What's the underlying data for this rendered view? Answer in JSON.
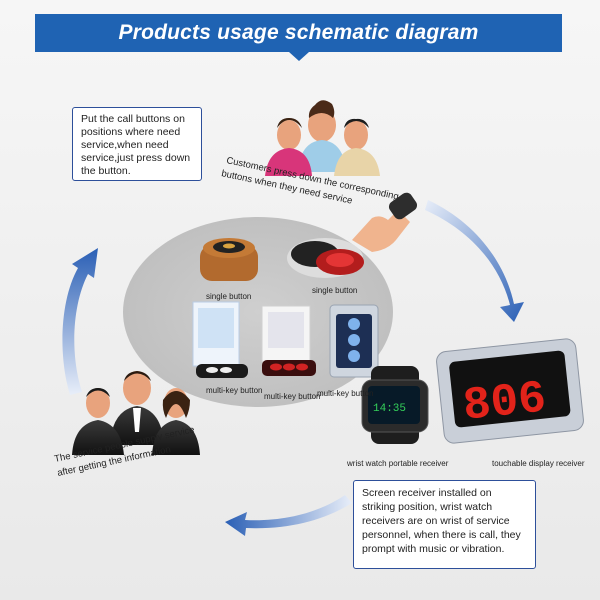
{
  "header": {
    "title": "Products usage schematic diagram"
  },
  "notes": {
    "top_left": "Put the call buttons on positions where need service,when need service,just press down the button.",
    "bottom_right": "Screen receiver installed on striking position, wrist watch receivers are on wrist of service personnel, when there is call, they prompt with music or vibration."
  },
  "captions": {
    "customers_line1": "Customers press down the corresponding",
    "customers_line2": "buttons when they need service",
    "service_line1": "The service people supply service",
    "service_line2": "after getting the information"
  },
  "products": {
    "single_button_1": "single button",
    "single_button_2": "single button",
    "multi_key_1": "multi-key button",
    "multi_key_2": "multi-key button",
    "multi_key_3": "multi-key button",
    "watch_label": "wrist watch portable receiver",
    "display_label": "touchable display receiver",
    "display_digits": "806",
    "watch_time": "14:35"
  },
  "colors": {
    "banner": "#1f63b3",
    "arrow": "#2a5fb5",
    "note_border": "#2d4f9a",
    "display_digit": "#e2231a"
  }
}
